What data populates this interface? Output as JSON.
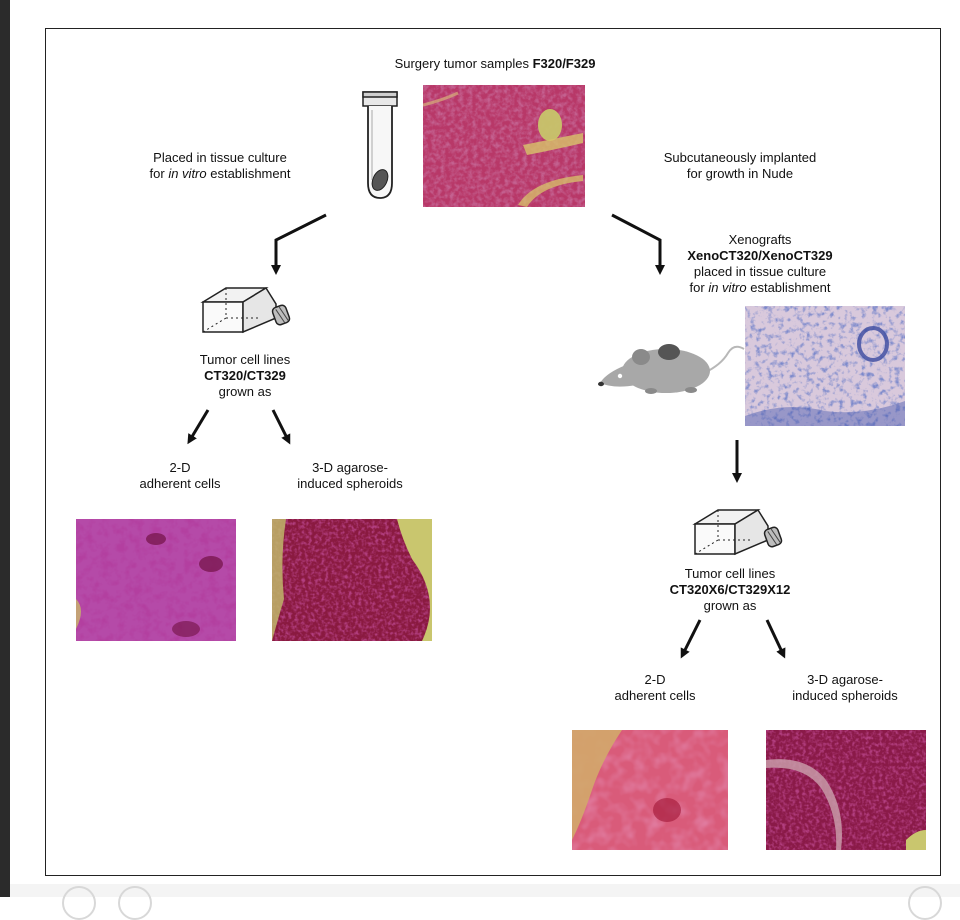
{
  "title": {
    "prefix": "Surgery tumor samples ",
    "bold": "F320/F329"
  },
  "left_branch": {
    "caption_line1": "Placed in tissue culture",
    "caption_line2_pre": "for ",
    "caption_line2_italic": "in vitro",
    "caption_line2_post": " establishment",
    "cell_lines": {
      "line1": "Tumor cell lines",
      "line2": "CT320/CT329",
      "line3": "grown as"
    },
    "adherent": {
      "line1": "2-D",
      "line2": "adherent cells"
    },
    "spheroids": {
      "line1": "3-D agarose-",
      "line2": "induced spheroids"
    }
  },
  "right_branch": {
    "caption_line1": "Subcutaneously implanted",
    "caption_line2": "for growth in Nude",
    "xeno": {
      "line1": "Xenografts",
      "line2": "XenoCT320/XenoCT329",
      "line3": "placed in tissue culture",
      "line4_pre": "for ",
      "line4_italic": "in vitro",
      "line4_post": " establishment"
    },
    "cell_lines": {
      "line1": "Tumor cell lines",
      "line2": "CT320X6/CT329X12",
      "line3": "grown as"
    },
    "adherent": {
      "line1": "2-D",
      "line2": "adherent cells"
    },
    "spheroids": {
      "line1": "3-D agarose-",
      "line2": "induced spheroids"
    }
  },
  "colors": {
    "he_pink": "#c2436a",
    "he_dark": "#7a1840",
    "tissue_yellow": "#c9c06a",
    "giemsa_purple": "#a64fb0",
    "ihc_blue": "#3a4aa0",
    "mouse_gray": "#a8a8a8"
  }
}
